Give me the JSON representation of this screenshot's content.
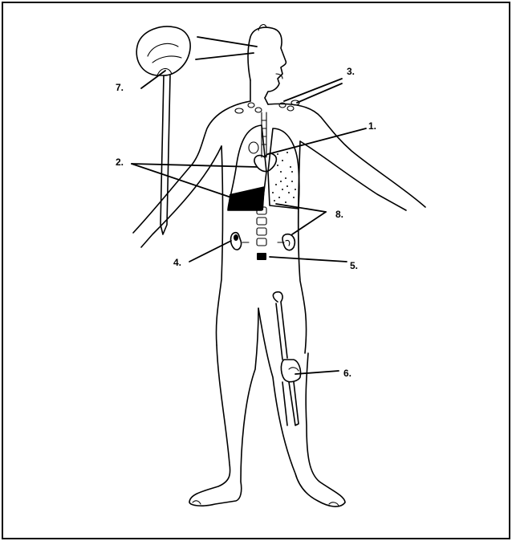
{
  "labels": {
    "l1": "1.",
    "l2": "2.",
    "l3": "3.",
    "l4": "4.",
    "l5": "5.",
    "l6": "6.",
    "l7": "7.",
    "l8": "8."
  }
}
